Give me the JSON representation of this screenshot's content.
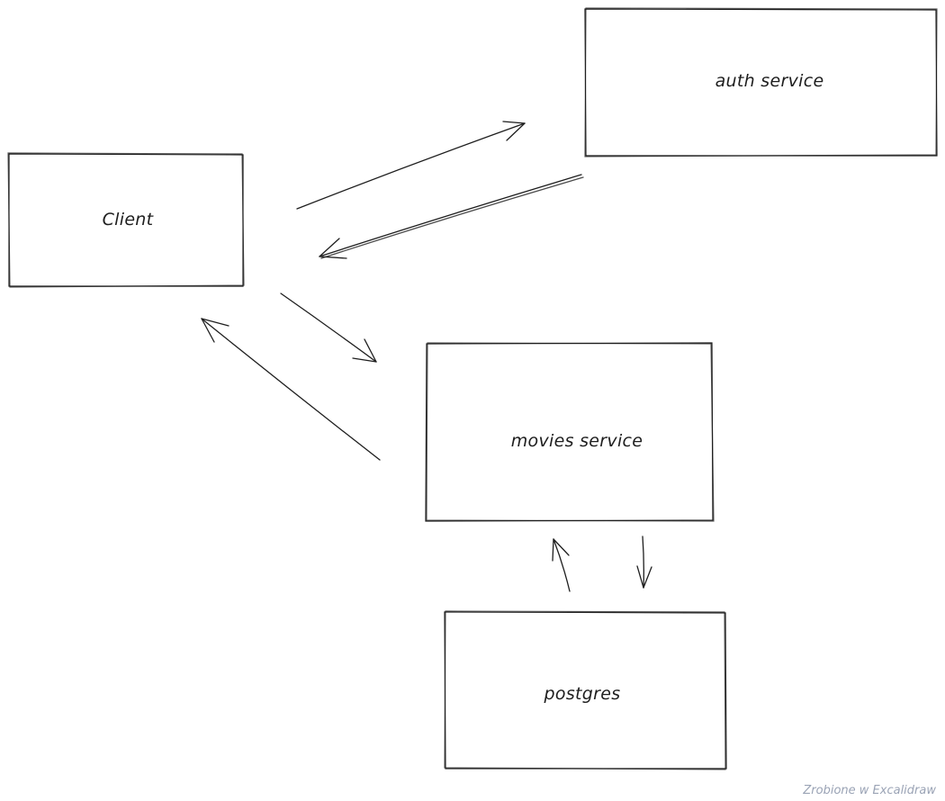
{
  "diagram": {
    "nodes": [
      {
        "id": "client",
        "label": "Client"
      },
      {
        "id": "auth",
        "label": "auth service"
      },
      {
        "id": "movies",
        "label": "movies service"
      },
      {
        "id": "postgres",
        "label": "postgres"
      }
    ],
    "edges": [
      {
        "from": "client",
        "to": "auth"
      },
      {
        "from": "auth",
        "to": "client"
      },
      {
        "from": "client",
        "to": "movies"
      },
      {
        "from": "movies",
        "to": "client"
      },
      {
        "from": "postgres",
        "to": "movies"
      },
      {
        "from": "movies",
        "to": "postgres"
      }
    ]
  },
  "watermark": "Zrobione w Excalidraw",
  "colors": {
    "stroke": "#1e1e1e",
    "background": "#ffffff",
    "watermark": "#9aa3b5"
  }
}
